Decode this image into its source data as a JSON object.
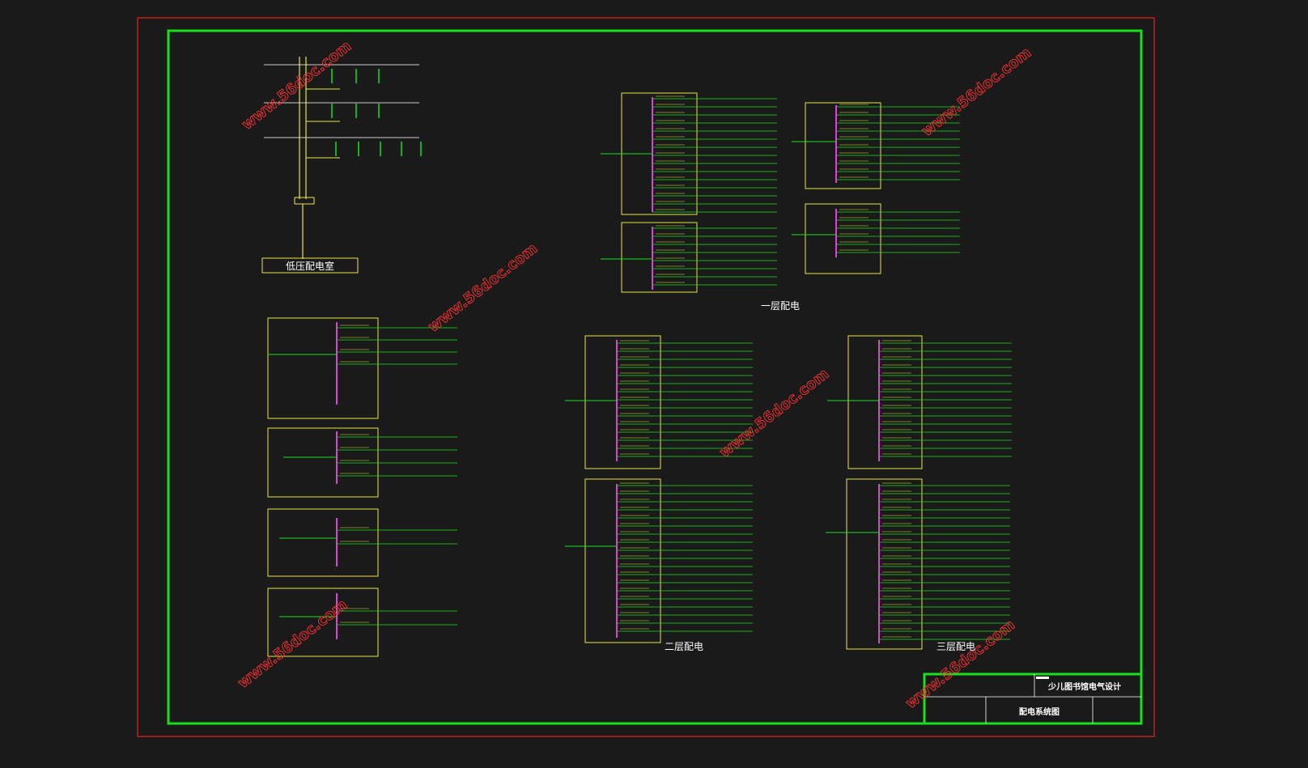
{
  "labels": {
    "low_voltage_room": "低压配电室",
    "floor1": "一层配电",
    "floor2": "二层配电",
    "floor3": "三层配电"
  },
  "title_block": {
    "project": "少儿图书馆电气设计",
    "drawing": "配电系统图"
  },
  "watermark": "www.56doc.com",
  "colors": {
    "background": "#1a1a1a",
    "outer_border": "#c0211b",
    "inner_border": "#19e01e",
    "equipment": "#e6e645",
    "circuit": "#19e01e",
    "busbar": "#e23cdc",
    "text": "#ffffff",
    "watermark": "#ff3030"
  }
}
